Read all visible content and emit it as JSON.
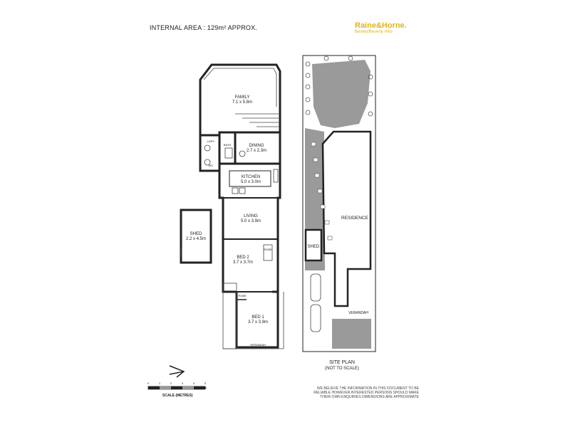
{
  "header": {
    "area": "INTERNAL AREA : 129m² APPROX."
  },
  "logo": {
    "brand": "Raine&Horne.",
    "office": "Bexley/Beverly Hills"
  },
  "rooms": {
    "family": {
      "name": "FAMILY",
      "size": "7.1 x 5.8m"
    },
    "dining": {
      "name": "DINING",
      "size": "2.7 x 2.3m"
    },
    "kitchen": {
      "name": "KITCHEN",
      "size": "5.0 x 3.0m"
    },
    "living": {
      "name": "LIVING",
      "size": "5.0 x 3.9m"
    },
    "bed2": {
      "name": "BED 2",
      "size": "3.7 x 3.7m"
    },
    "bed1": {
      "name": "BED 1",
      "size": "3.7 x 3.9m"
    },
    "shed": {
      "name": "SHED",
      "size": "2.2 x 4.5m"
    },
    "bath": "BATH",
    "laundry": "LDRY",
    "wc": "WC",
    "robe1": "ROBE",
    "robe2": "ROBE",
    "verandah": "VERANDAH"
  },
  "site": {
    "residence": "RESIDENCE",
    "shed": "SHED",
    "verandah": "VERANDAH",
    "title": "SITE PLAN",
    "subtitle": "(NOT TO SCALE)"
  },
  "scale": {
    "label": "SCALE (METRES)",
    "ticks": [
      "0",
      "1",
      "2",
      "3",
      "4",
      "5"
    ]
  },
  "disclaimer": "WE BELIEVE THE INFORMATION IN THIS DOCUMENT TO BE RELIABLE HOWEVER INTERESTED PERSONS SHOULD MAKE THEIR OWN ENQUIRIES DIMENSIONS ARE APPROXIMATE"
}
